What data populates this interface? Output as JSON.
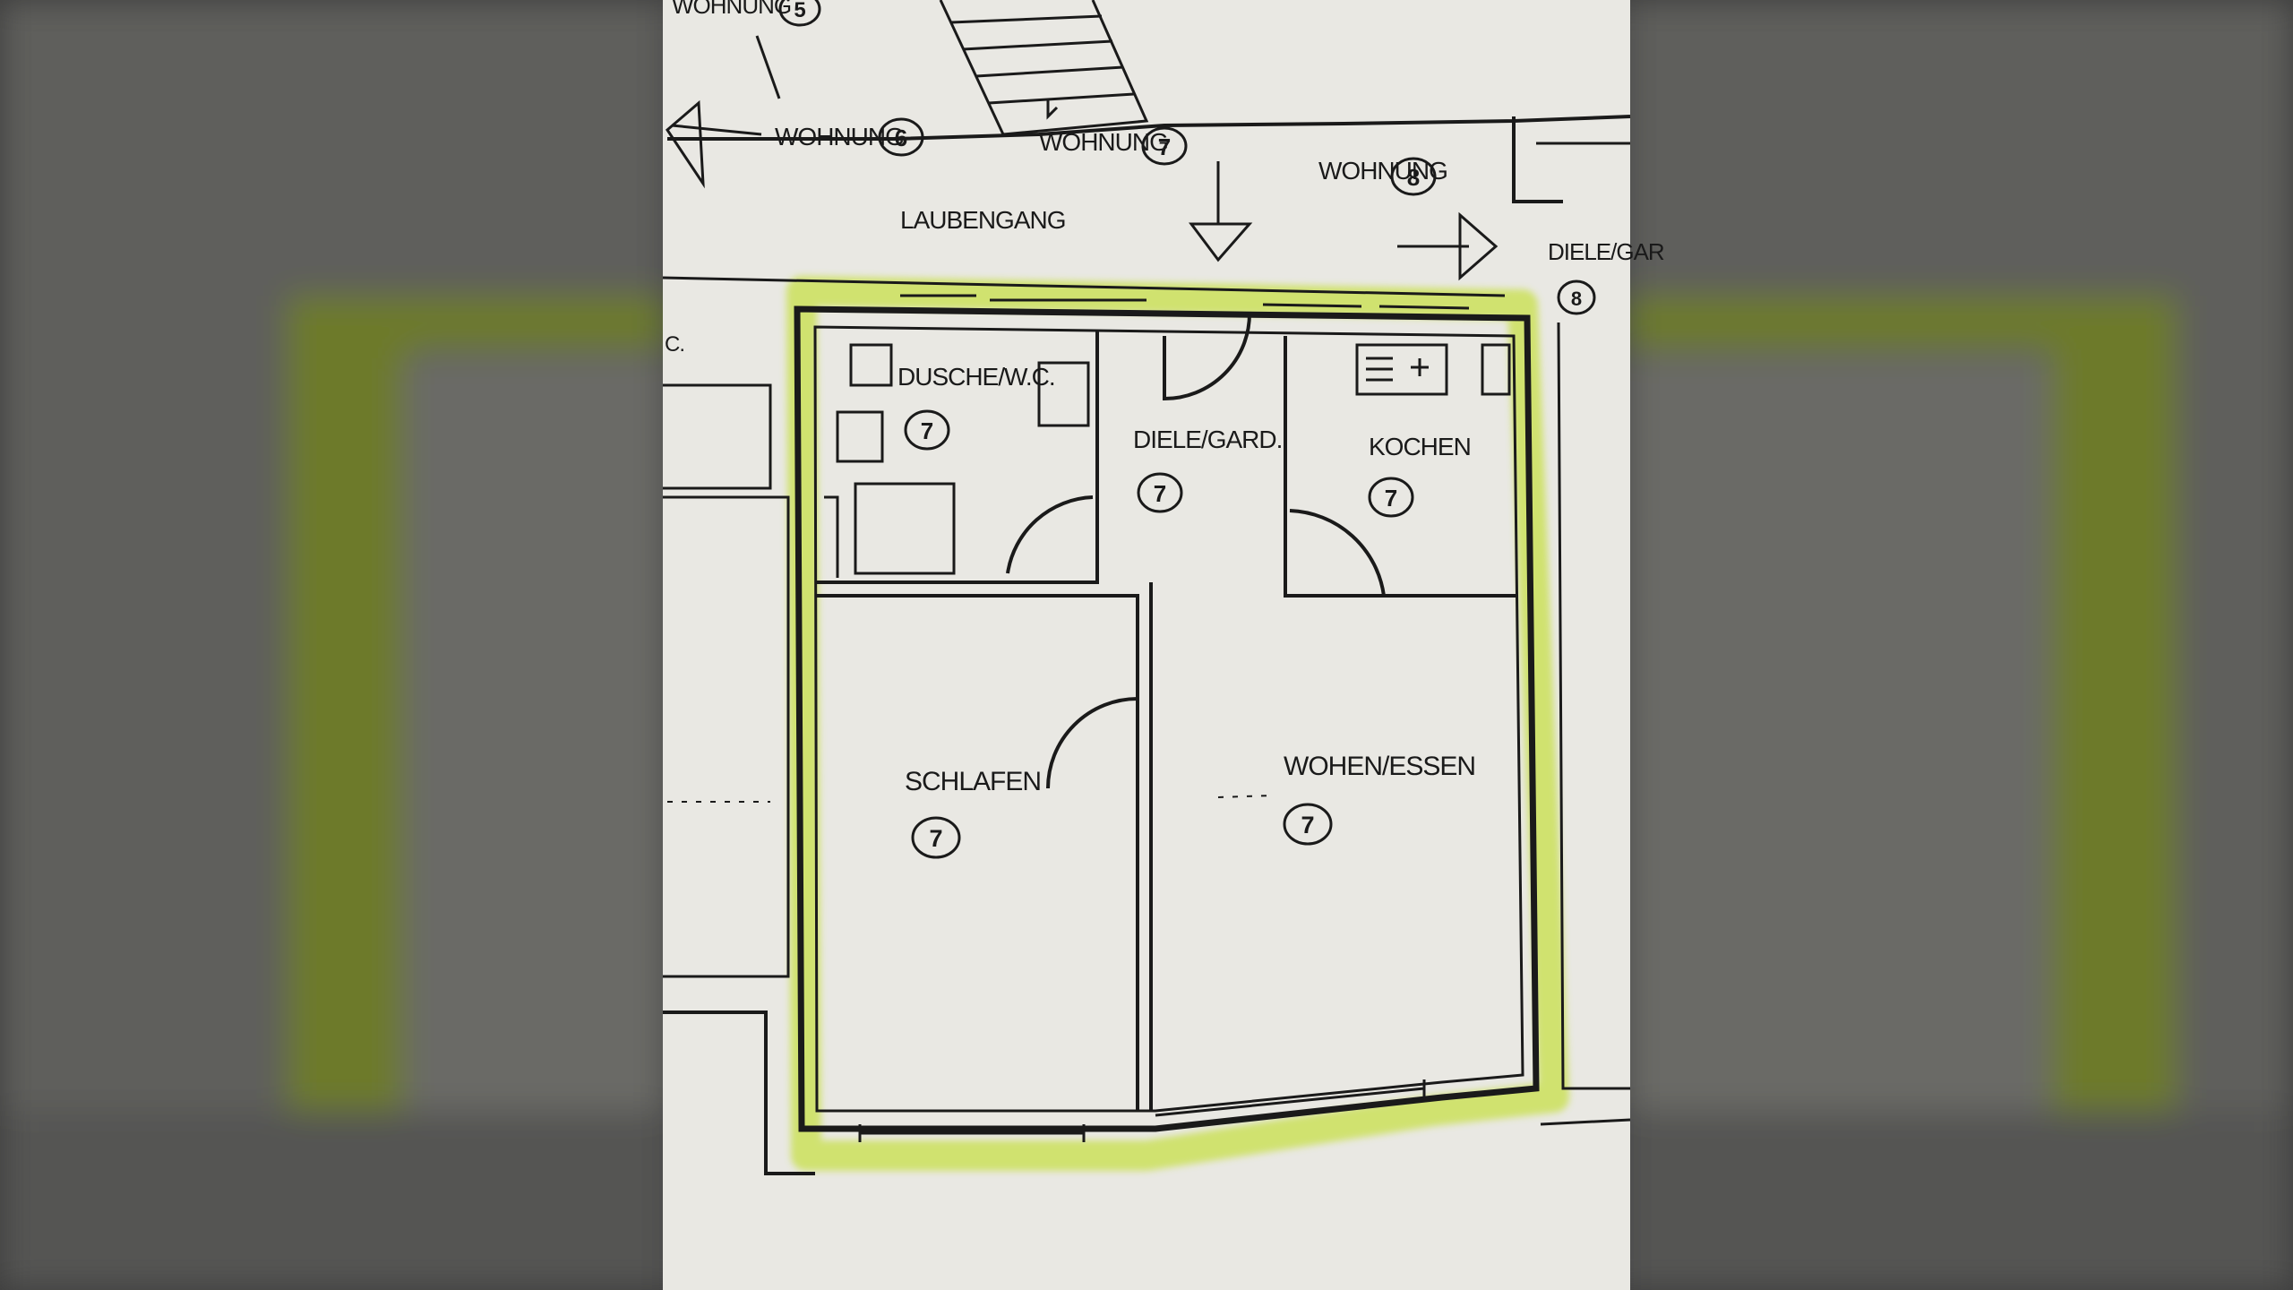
{
  "plan": {
    "corridor_label": "LAUBENGANG",
    "units": [
      {
        "label": "WOHNUNG",
        "number": "5"
      },
      {
        "label": "WOHNUNG",
        "number": "6"
      },
      {
        "label": "WOHNUNG",
        "number": "7"
      },
      {
        "label": "WOHNUNG",
        "number": "8"
      }
    ],
    "neighbor_label": "DIELE/GAR",
    "neighbor_number": "8",
    "neighbor_wc_label": "C.",
    "rooms": [
      {
        "label": "DUSCHE/W.C.",
        "number": "7"
      },
      {
        "label": "DIELE/GARD.",
        "number": "7"
      },
      {
        "label": "KOCHEN",
        "number": "7"
      },
      {
        "label": "SCHLAFEN",
        "number": "7"
      },
      {
        "label": "WOHEN/ESSEN",
        "number": "7"
      }
    ],
    "colors": {
      "paper": "#e9e8e3",
      "line": "#1a1a1a",
      "highlight": "#c8e04a",
      "backdrop": "#3c3c3c"
    }
  }
}
